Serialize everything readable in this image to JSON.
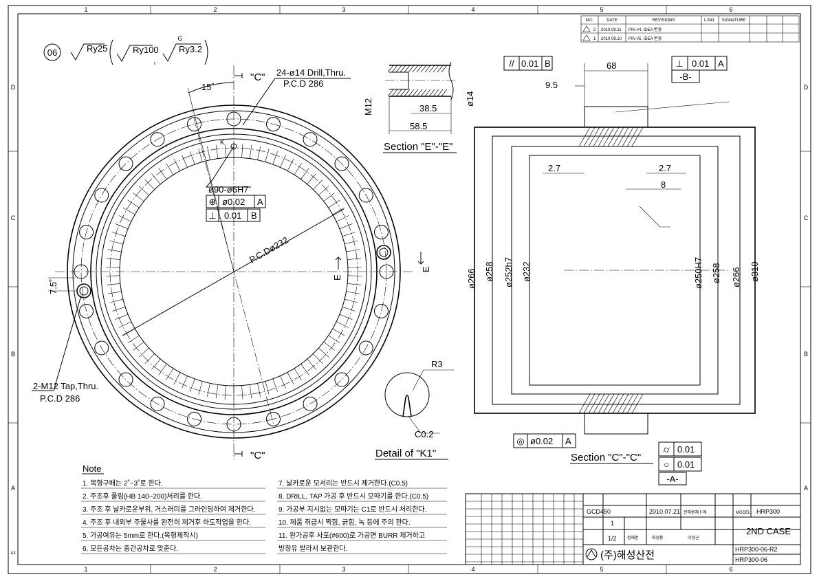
{
  "border": {
    "cols_top": [
      "1",
      "2",
      "3",
      "4",
      "5",
      "6"
    ],
    "cols_bottom": [
      "1",
      "2",
      "3",
      "4",
      "5",
      "6"
    ],
    "rows_left": [
      "D",
      "C",
      "B",
      "A",
      "A3"
    ],
    "rows_right": [
      "D",
      "C",
      "B",
      "A"
    ]
  },
  "revision_table": {
    "headers": [
      "NO.",
      "DATE",
      "REVISIONS",
      "L-NO.",
      "SIGNATURE"
    ],
    "rows": [
      {
        "no": "2",
        "date": "2010.08.11",
        "desc": "PIN #4, IDEA 변경"
      },
      {
        "no": "1",
        "date": "2010.08.10",
        "desc": "PIN #5, IDEA 변경"
      }
    ]
  },
  "part_label": "06",
  "surface": {
    "s1": "Ry25",
    "s2": "Ry100",
    "g": "G",
    "s3": "Ry3.2"
  },
  "front": {
    "angle": "15˚",
    "section_c": "\"C\"",
    "drill_note_1": "24-ø14 Drill,Thru.",
    "drill_note_2": "P.C.D 286",
    "hole_note": "ø90-ø6H7",
    "fcf1_sym": "⊕",
    "fcf1_val": "ø0.02",
    "fcf1_ref": "A",
    "fcf2_sym": "⊥",
    "fcf2_val": "0.01",
    "fcf2_ref": "B",
    "pcd_232": "P.C.Dø232",
    "e_mark": "E",
    "dim_75": "7.5˚",
    "tap_note_1": "2-M12 Tap,Thru.",
    "tap_note_2": "P.C.D 286"
  },
  "section_e": {
    "m12": "M12",
    "d14": "ø14",
    "d385": "38.5",
    "d585": "58.5",
    "title": "Section \"E\"-\"E\""
  },
  "detail": {
    "r3": "R3",
    "c02": "C0.2",
    "title": "Detail of \"K1\""
  },
  "section_c": {
    "fcf_par_sym": "//",
    "fcf_par_val": "0.01",
    "fcf_par_ref": "B",
    "d68": "68",
    "d95": "9.5",
    "fcf_perp_sym": "⊥",
    "fcf_perp_val": "0.01",
    "fcf_perp_ref": "A",
    "datum_b": "-B-",
    "d27a": "2.7",
    "d27b": "2.7",
    "d8": "8",
    "dia266a": "ø266",
    "dia258a": "ø258",
    "dia252": "ø252h7",
    "dia232": "ø232",
    "dia250": "ø250H7",
    "dia258b": "ø258",
    "dia266b": "ø266",
    "dia310": "ø310",
    "fcf_circ_sym": "◎",
    "fcf_circ_val": "ø0.02",
    "fcf_circ_ref": "A",
    "fcf_cyl_sym": "⌭",
    "fcf_cyl_val": "0.01",
    "fcf_round_sym": "○",
    "fcf_round_val": "0.01",
    "datum_a": "-A-",
    "title": "Section \"C\"-\"C\""
  },
  "notes": {
    "title": "Note",
    "left": [
      "1. 목형구배는 2˚~3˚로 한다.",
      "2. 주조후 풀림(HB 140~200)처리를 한다.",
      "3. 주조 후 날카로운부위, 거스러미를 그라인딩하여 제거한다.",
      "4. 주조 후 내외부 주물사를 완전히 제거후 하도작업을 한다.",
      "5. 가공여유는 5mm로 한다.(목형제작시)",
      "6. 모든공차는 중간공차로 맞춘다."
    ],
    "right": [
      "7. 날카로운 모서리는 반드시 제거한다.(C0.5)",
      "8. DRILL, TAP 가공 후 반드시 모따기를 한다.(C0.5)",
      "9. 가공부 지시없는 모따기는 C1로 반드시 처리한다.",
      "10. 제품 취급시 찍힘, 긁힘, 녹 등에 주의 한다.",
      "11. 완가공후 사포(#600)로 가공면 BURR 제거하고",
      "    방청유 발라서 보관한다."
    ]
  },
  "title_block": {
    "material": "GCD450",
    "date": "2010.07.21",
    "spec": "전해용체ト에",
    "model_label": "MODEL",
    "model": "HRP300",
    "qty": "1",
    "scale": "1/2",
    "drawn": "정해준",
    "checked": "최성용",
    "approved": "이정근",
    "name": "2ND CASE",
    "company": "(주)해성산전",
    "drawing_no_1": "HRP300-06-R2",
    "drawing_no_2": "HRP300-06"
  }
}
